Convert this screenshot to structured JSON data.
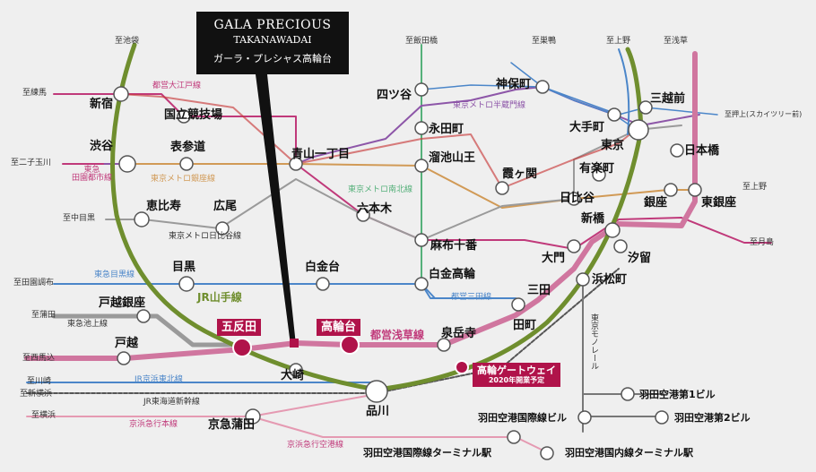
{
  "brand": {
    "title_en_1": "GALA PRECIOUS",
    "title_en_2": "TAKANAWADAI",
    "title_ja": "ガーラ・プレシャス高輪台"
  },
  "highlights": {
    "gotanda": "五反田",
    "takanawadai": "高輪台",
    "gateway": "高輪ゲートウェイ",
    "gateway_note": "2020年開業予定"
  },
  "lines": {
    "yamanote": "JR山手線",
    "asakusa": "都営浅草線",
    "oedo": "都営大江戸線",
    "hanzomon": "東京メトロ半蔵門線",
    "ginza": "東京メトロ銀座線",
    "toyoko": "東急\n田園都市線",
    "namboku": "東京メトロ南北線",
    "hibiya": "東京メトロ日比谷線",
    "meguro": "東急目黒線",
    "mita": "都営三田線",
    "ikegami": "東急池上線",
    "keihin_tohoku": "JR京浜東北線",
    "tokaido_shinkansen": "JR東海道新幹線",
    "keikyu_main": "京浜急行本線",
    "keikyu_airport": "京浜急行空港線",
    "monorail": "東京モノレール"
  },
  "directions": {
    "ikebukuro": "至池袋",
    "iidabashi": "至飯田橋",
    "sugamo": "至巣鴨",
    "ueno": "至上野",
    "asakusa": "至浅草",
    "nerima": "至練馬",
    "futakotamagawa": "至二子玉川",
    "nakameguro": "至中目黒",
    "denenchofu": "至田園調布",
    "kamata": "至蒲田",
    "nishimagome": "至西馬込",
    "kawasaki": "至川崎",
    "shinyokohama": "至新横浜",
    "yokohama": "至横浜",
    "oshiage": "至押上(スカイツリー前)",
    "kamino": "至上野",
    "tsukishima": "至月島"
  },
  "stations": {
    "shinjuku": "新宿",
    "kokuritsu": "国立競技場",
    "yotsuya": "四ツ谷",
    "jimbocho": "神保町",
    "mitsukoshimae": "三越前",
    "shibuya": "渋谷",
    "omotesando": "表参道",
    "aoyama": "青山一丁目",
    "nagatacho": "永田町",
    "otemachi": "大手町",
    "tokyo": "東京",
    "tameike": "溜池山王",
    "kasumigaseki": "霞ヶ関",
    "yurakucho": "有楽町",
    "nihombashi": "日本橋",
    "ebisu": "恵比寿",
    "hiroo": "広尾",
    "roppongi": "六本木",
    "hibiya": "日比谷",
    "ginza": "銀座",
    "higashiginza": "東銀座",
    "shimbashi": "新橋",
    "azabu": "麻布十番",
    "daimon": "大門",
    "shiodome": "汐留",
    "meguro": "目黒",
    "shirokane": "白金台",
    "shirokanetakanawa": "白金高輪",
    "hamamatsucho": "浜松町",
    "mita": "三田",
    "togoshiginza": "戸越銀座",
    "tamachi": "田町",
    "sengakuji": "泉岳寺",
    "togoshi": "戸越",
    "osaki": "大崎",
    "shinagawa": "品川",
    "keikyukamata": "京急蒲田",
    "haneda_intl": "羽田空港国際線ビル",
    "haneda_t1": "羽田空港第1ビル",
    "haneda_t2": "羽田空港第2ビル",
    "haneda_intl_term": "羽田空港国際線ターミナル駅",
    "haneda_dom_term": "羽田空港国内線ターミナル駅"
  }
}
